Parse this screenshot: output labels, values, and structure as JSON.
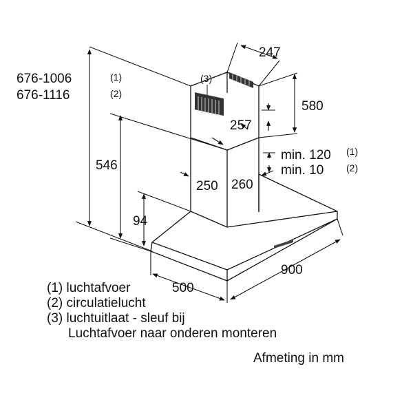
{
  "dimensions": {
    "total_height_1": "676-1006",
    "total_height_1_note": "(1)",
    "total_height_2": "676-1116",
    "total_height_2_note": "(2)",
    "chimney_height": "546",
    "canopy_height": "94",
    "chimney_top_width": "247",
    "chimney_top_height": "580",
    "chimney_top_depth": "257",
    "chimney_depth": "250",
    "chimney_width": "260",
    "clearance_1": "min. 120",
    "clearance_1_note": "(1)",
    "clearance_2": "min. 10",
    "clearance_2_note": "(2)",
    "hood_width": "900",
    "hood_depth": "500",
    "slot_note": "(3)"
  },
  "legend": {
    "item1": "(1) luchtafvoer",
    "item2": "(2) circulatielucht",
    "item3": "(3) luchtuitlaat - sleuf bij",
    "item3_cont": "Luchtafvoer naar onderen monteren"
  },
  "unit_note": "Afmeting in mm"
}
